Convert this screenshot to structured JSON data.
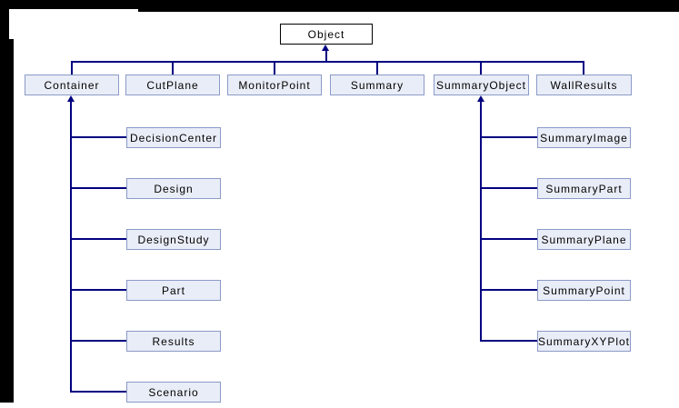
{
  "diagram_type": "class-inheritance-tree",
  "colors": {
    "background": "#ffffff",
    "margin_artifact": "#000000",
    "connector_line": "#000080",
    "node_fill": "#e9edf7",
    "node_border": "#8b9ac8",
    "root_fill": "#ffffff",
    "root_border": "#000000",
    "text": "#000000"
  },
  "nodes": {
    "object": {
      "label": "Object"
    },
    "row": [
      {
        "label": "Container"
      },
      {
        "label": "CutPlane"
      },
      {
        "label": "MonitorPoint"
      },
      {
        "label": "Summary"
      },
      {
        "label": "SummaryObject"
      },
      {
        "label": "WallResults"
      }
    ],
    "container_children": [
      {
        "label": "DecisionCenter"
      },
      {
        "label": "Design"
      },
      {
        "label": "DesignStudy"
      },
      {
        "label": "Part"
      },
      {
        "label": "Results"
      },
      {
        "label": "Scenario"
      }
    ],
    "summaryobject_children": [
      {
        "label": "SummaryImage"
      },
      {
        "label": "SummaryPart"
      },
      {
        "label": "SummaryPlane"
      },
      {
        "label": "SummaryPoint"
      },
      {
        "label": "SummaryXYPlot"
      }
    ]
  }
}
